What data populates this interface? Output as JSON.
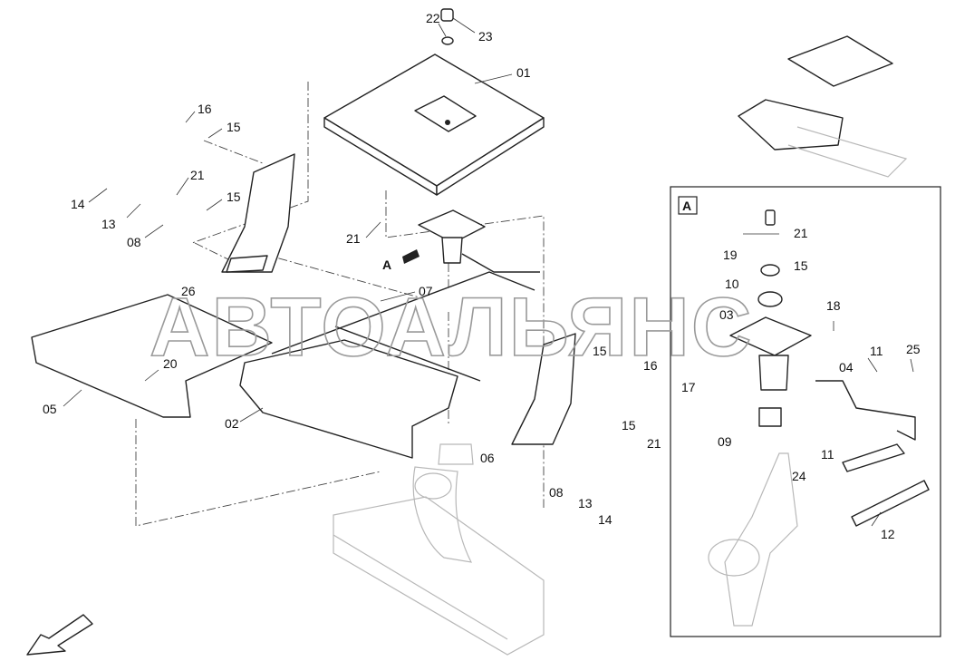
{
  "watermark": "АВТОАЛЬЯНС",
  "inset_label": "A",
  "view_marker": "A",
  "callouts": [
    "22",
    "23",
    "01",
    "16",
    "15",
    "21",
    "15",
    "14",
    "13",
    "08",
    "26",
    "07",
    "21",
    "05",
    "20",
    "02",
    "15",
    "16",
    "15",
    "21",
    "06",
    "08",
    "13",
    "14",
    "21",
    "19",
    "15",
    "10",
    "03",
    "18",
    "11",
    "25",
    "17",
    "04",
    "09",
    "24",
    "11",
    "12"
  ]
}
